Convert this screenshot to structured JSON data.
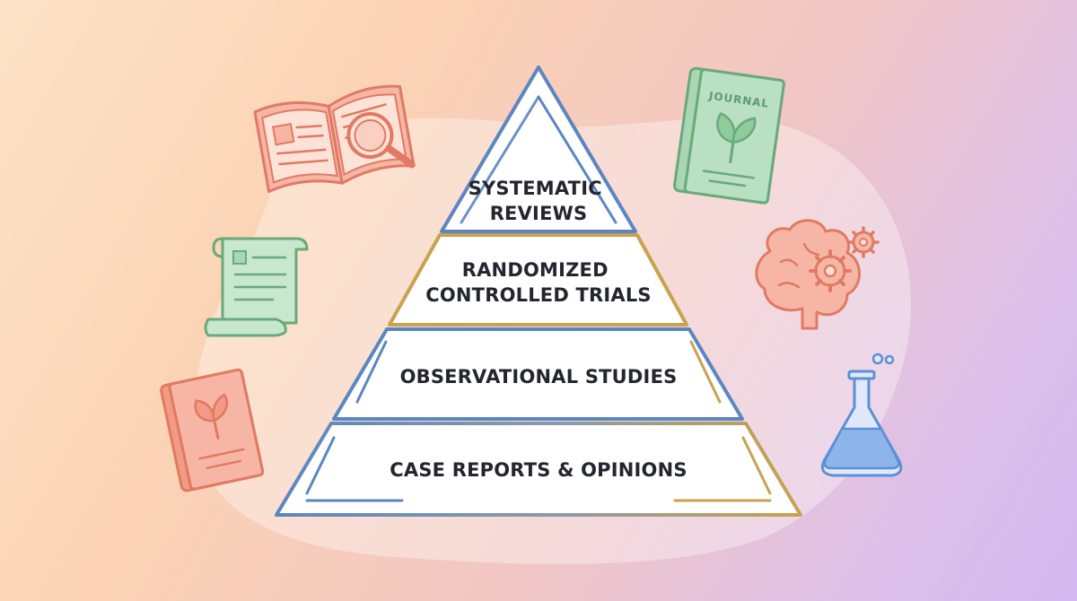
{
  "pyramid": {
    "levels": [
      {
        "lines": [
          "SYSTEMATIC",
          "REVIEWS"
        ]
      },
      {
        "lines": [
          "RANDOMIZED",
          "CONTROLLED TRIALS"
        ]
      },
      {
        "lines": [
          "OBSERVATIONAL STUDIES"
        ]
      },
      {
        "lines": [
          "CASE REPORTS & OPINIONS"
        ]
      }
    ]
  },
  "icons": {
    "journal_label": "JOURNAL",
    "items": [
      "open-book-magnifier-icon",
      "journal-book-icon",
      "document-scroll-icon",
      "brain-gears-icon",
      "book-leaf-icon",
      "flask-icon"
    ]
  },
  "colors": {
    "blue_outline": "#5b86c2",
    "gold_outline": "#c9a24e",
    "coral": "#e98a75",
    "green": "#7fbf8e",
    "flask_blue": "#5c8fd6"
  }
}
